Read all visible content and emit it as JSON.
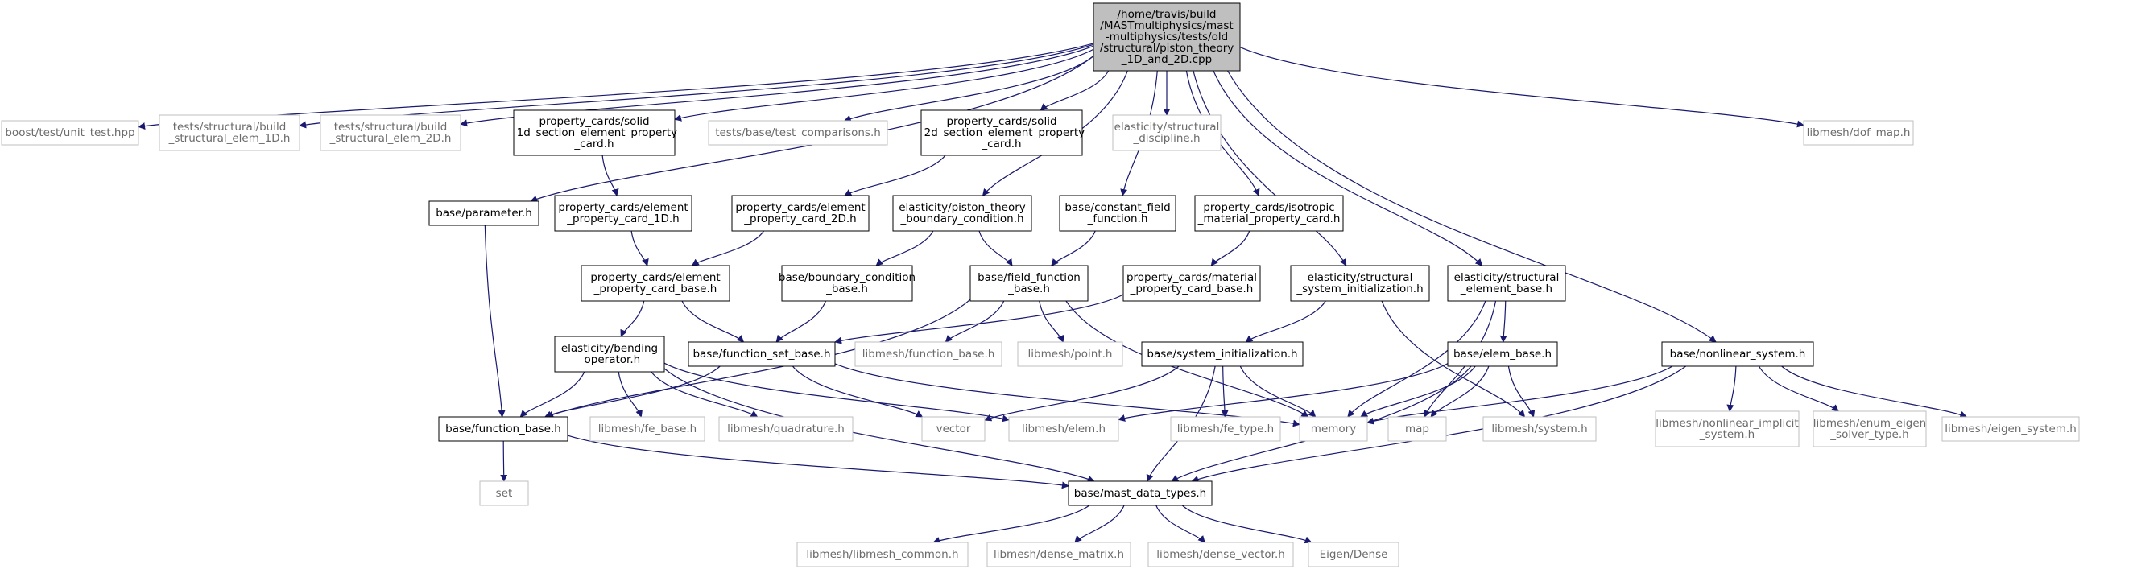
{
  "colors": {
    "edge": "#191970",
    "box_border_solid": "#000000",
    "box_border_light": "#bfbfbf",
    "root_fill": "#bfbfbf",
    "text": "#000000",
    "light_text": "#6b6b6b"
  },
  "nodes": [
    {
      "id": "root",
      "kind": "root",
      "lines": [
        "/home/travis/build",
        "/MASTmultiphysics/mast",
        "-multiphysics/tests/old",
        "/structural/piston_theory",
        "_1D_and_2D.cpp"
      ]
    },
    {
      "id": "boost_unit_test",
      "kind": "light",
      "lines": [
        "boost/test/unit_test.hpp"
      ]
    },
    {
      "id": "tests_elem_1d",
      "kind": "light",
      "lines": [
        "tests/structural/build",
        "_structural_elem_1D.h"
      ]
    },
    {
      "id": "tests_elem_2d",
      "kind": "light",
      "lines": [
        "tests/structural/build",
        "_structural_elem_2D.h"
      ]
    },
    {
      "id": "solid_1d",
      "kind": "solid",
      "lines": [
        "property_cards/solid",
        "_1d_section_element_property",
        "_card.h"
      ]
    },
    {
      "id": "test_comparisons",
      "kind": "light",
      "lines": [
        "tests/base/test_comparisons.h"
      ]
    },
    {
      "id": "solid_2d",
      "kind": "solid",
      "lines": [
        "property_cards/solid",
        "_2d_section_element_property",
        "_card.h"
      ]
    },
    {
      "id": "structural_discipline",
      "kind": "light",
      "lines": [
        "elasticity/structural",
        "_discipline.h"
      ]
    },
    {
      "id": "dof_map",
      "kind": "light",
      "lines": [
        "libmesh/dof_map.h"
      ]
    },
    {
      "id": "parameter",
      "kind": "solid",
      "lines": [
        "base/parameter.h"
      ]
    },
    {
      "id": "epc_1d",
      "kind": "solid",
      "lines": [
        "property_cards/element",
        "_property_card_1D.h"
      ]
    },
    {
      "id": "epc_2d",
      "kind": "solid",
      "lines": [
        "property_cards/element",
        "_property_card_2D.h"
      ]
    },
    {
      "id": "piston_bc",
      "kind": "solid",
      "lines": [
        "elasticity/piston_theory",
        "_boundary_condition.h"
      ]
    },
    {
      "id": "constant_field",
      "kind": "solid",
      "lines": [
        "base/constant_field",
        "_function.h"
      ]
    },
    {
      "id": "isotropic",
      "kind": "solid",
      "lines": [
        "property_cards/isotropic",
        "_material_property_card.h"
      ]
    },
    {
      "id": "epc_base",
      "kind": "solid",
      "lines": [
        "property_cards/element",
        "_property_card_base.h"
      ]
    },
    {
      "id": "bc_base",
      "kind": "solid",
      "lines": [
        "base/boundary_condition",
        "_base.h"
      ]
    },
    {
      "id": "field_function",
      "kind": "solid",
      "lines": [
        "base/field_function",
        "_base.h"
      ]
    },
    {
      "id": "mpc_base",
      "kind": "solid",
      "lines": [
        "property_cards/material",
        "_property_card_base.h"
      ]
    },
    {
      "id": "ssi",
      "kind": "solid",
      "lines": [
        "elasticity/structural",
        "_system_initialization.h"
      ]
    },
    {
      "id": "seb",
      "kind": "solid",
      "lines": [
        "elasticity/structural",
        "_element_base.h"
      ]
    },
    {
      "id": "bending",
      "kind": "solid",
      "lines": [
        "elasticity/bending",
        "_operator.h"
      ]
    },
    {
      "id": "function_set_base",
      "kind": "solid",
      "lines": [
        "base/function_set_base.h"
      ]
    },
    {
      "id": "lm_function_base",
      "kind": "light",
      "lines": [
        "libmesh/function_base.h"
      ]
    },
    {
      "id": "lm_point",
      "kind": "light",
      "lines": [
        "libmesh/point.h"
      ]
    },
    {
      "id": "system_init",
      "kind": "solid",
      "lines": [
        "base/system_initialization.h"
      ]
    },
    {
      "id": "elem_base",
      "kind": "solid",
      "lines": [
        "base/elem_base.h"
      ]
    },
    {
      "id": "nonlinear_system",
      "kind": "solid",
      "lines": [
        "base/nonlinear_system.h"
      ]
    },
    {
      "id": "function_base",
      "kind": "solid",
      "lines": [
        "base/function_base.h"
      ]
    },
    {
      "id": "lm_fe_base",
      "kind": "light",
      "lines": [
        "libmesh/fe_base.h"
      ]
    },
    {
      "id": "lm_quadrature",
      "kind": "light",
      "lines": [
        "libmesh/quadrature.h"
      ]
    },
    {
      "id": "vector",
      "kind": "light",
      "lines": [
        "vector"
      ]
    },
    {
      "id": "lm_elem",
      "kind": "light",
      "lines": [
        "libmesh/elem.h"
      ]
    },
    {
      "id": "lm_fe_type",
      "kind": "light",
      "lines": [
        "libmesh/fe_type.h"
      ]
    },
    {
      "id": "memory",
      "kind": "light",
      "lines": [
        "memory"
      ]
    },
    {
      "id": "map",
      "kind": "light",
      "lines": [
        "map"
      ]
    },
    {
      "id": "lm_system",
      "kind": "light",
      "lines": [
        "libmesh/system.h"
      ]
    },
    {
      "id": "lm_nonlinear_implicit",
      "kind": "light",
      "lines": [
        "libmesh/nonlinear_implicit",
        "_system.h"
      ]
    },
    {
      "id": "lm_enum_eigen",
      "kind": "light",
      "lines": [
        "libmesh/enum_eigen",
        "_solver_type.h"
      ]
    },
    {
      "id": "lm_eigen_system",
      "kind": "light",
      "lines": [
        "libmesh/eigen_system.h"
      ]
    },
    {
      "id": "set",
      "kind": "light",
      "lines": [
        "set"
      ]
    },
    {
      "id": "mast_data_types",
      "kind": "solid",
      "lines": [
        "base/mast_data_types.h"
      ]
    },
    {
      "id": "lm_libmesh_common",
      "kind": "light",
      "lines": [
        "libmesh/libmesh_common.h"
      ]
    },
    {
      "id": "lm_dense_matrix",
      "kind": "light",
      "lines": [
        "libmesh/dense_matrix.h"
      ]
    },
    {
      "id": "lm_dense_vector",
      "kind": "light",
      "lines": [
        "libmesh/dense_vector.h"
      ]
    },
    {
      "id": "eigen_dense",
      "kind": "light",
      "lines": [
        "Eigen/Dense"
      ]
    }
  ],
  "edges": [
    [
      "root",
      "boost_unit_test"
    ],
    [
      "root",
      "tests_elem_1d"
    ],
    [
      "root",
      "tests_elem_2d"
    ],
    [
      "root",
      "solid_1d"
    ],
    [
      "root",
      "test_comparisons"
    ],
    [
      "root",
      "solid_2d"
    ],
    [
      "root",
      "structural_discipline"
    ],
    [
      "root",
      "dof_map"
    ],
    [
      "root",
      "parameter"
    ],
    [
      "root",
      "piston_bc"
    ],
    [
      "root",
      "constant_field"
    ],
    [
      "root",
      "isotropic"
    ],
    [
      "root",
      "ssi"
    ],
    [
      "root",
      "seb"
    ],
    [
      "root",
      "nonlinear_system"
    ],
    [
      "solid_1d",
      "epc_1d"
    ],
    [
      "solid_2d",
      "epc_2d"
    ],
    [
      "epc_1d",
      "epc_base"
    ],
    [
      "epc_2d",
      "epc_base"
    ],
    [
      "parameter",
      "function_base"
    ],
    [
      "piston_bc",
      "bc_base"
    ],
    [
      "piston_bc",
      "field_function"
    ],
    [
      "constant_field",
      "field_function"
    ],
    [
      "isotropic",
      "mpc_base"
    ],
    [
      "epc_base",
      "bending"
    ],
    [
      "epc_base",
      "function_set_base"
    ],
    [
      "bc_base",
      "function_set_base"
    ],
    [
      "field_function",
      "function_base"
    ],
    [
      "field_function",
      "lm_function_base"
    ],
    [
      "field_function",
      "lm_point"
    ],
    [
      "field_function",
      "memory"
    ],
    [
      "mpc_base",
      "function_set_base"
    ],
    [
      "ssi",
      "system_init"
    ],
    [
      "ssi",
      "lm_system"
    ],
    [
      "seb",
      "elem_base"
    ],
    [
      "seb",
      "memory"
    ],
    [
      "seb",
      "map"
    ],
    [
      "bending",
      "function_base"
    ],
    [
      "bending",
      "lm_fe_base"
    ],
    [
      "bending",
      "lm_quadrature"
    ],
    [
      "bending",
      "lm_elem"
    ],
    [
      "bending",
      "mast_data_types"
    ],
    [
      "function_set_base",
      "function_base"
    ],
    [
      "function_set_base",
      "vector"
    ],
    [
      "function_set_base",
      "memory"
    ],
    [
      "system_init",
      "vector"
    ],
    [
      "system_init",
      "lm_fe_type"
    ],
    [
      "system_init",
      "memory"
    ],
    [
      "system_init",
      "mast_data_types"
    ],
    [
      "elem_base",
      "lm_elem"
    ],
    [
      "elem_base",
      "memory"
    ],
    [
      "elem_base",
      "map"
    ],
    [
      "elem_base",
      "lm_system"
    ],
    [
      "elem_base",
      "mast_data_types"
    ],
    [
      "nonlinear_system",
      "memory"
    ],
    [
      "nonlinear_system",
      "mast_data_types"
    ],
    [
      "nonlinear_system",
      "lm_nonlinear_implicit"
    ],
    [
      "nonlinear_system",
      "lm_enum_eigen"
    ],
    [
      "nonlinear_system",
      "lm_eigen_system"
    ],
    [
      "function_base",
      "set"
    ],
    [
      "function_base",
      "mast_data_types"
    ],
    [
      "mast_data_types",
      "lm_libmesh_common"
    ],
    [
      "mast_data_types",
      "lm_dense_matrix"
    ],
    [
      "mast_data_types",
      "lm_dense_vector"
    ],
    [
      "mast_data_types",
      "eigen_dense"
    ]
  ]
}
